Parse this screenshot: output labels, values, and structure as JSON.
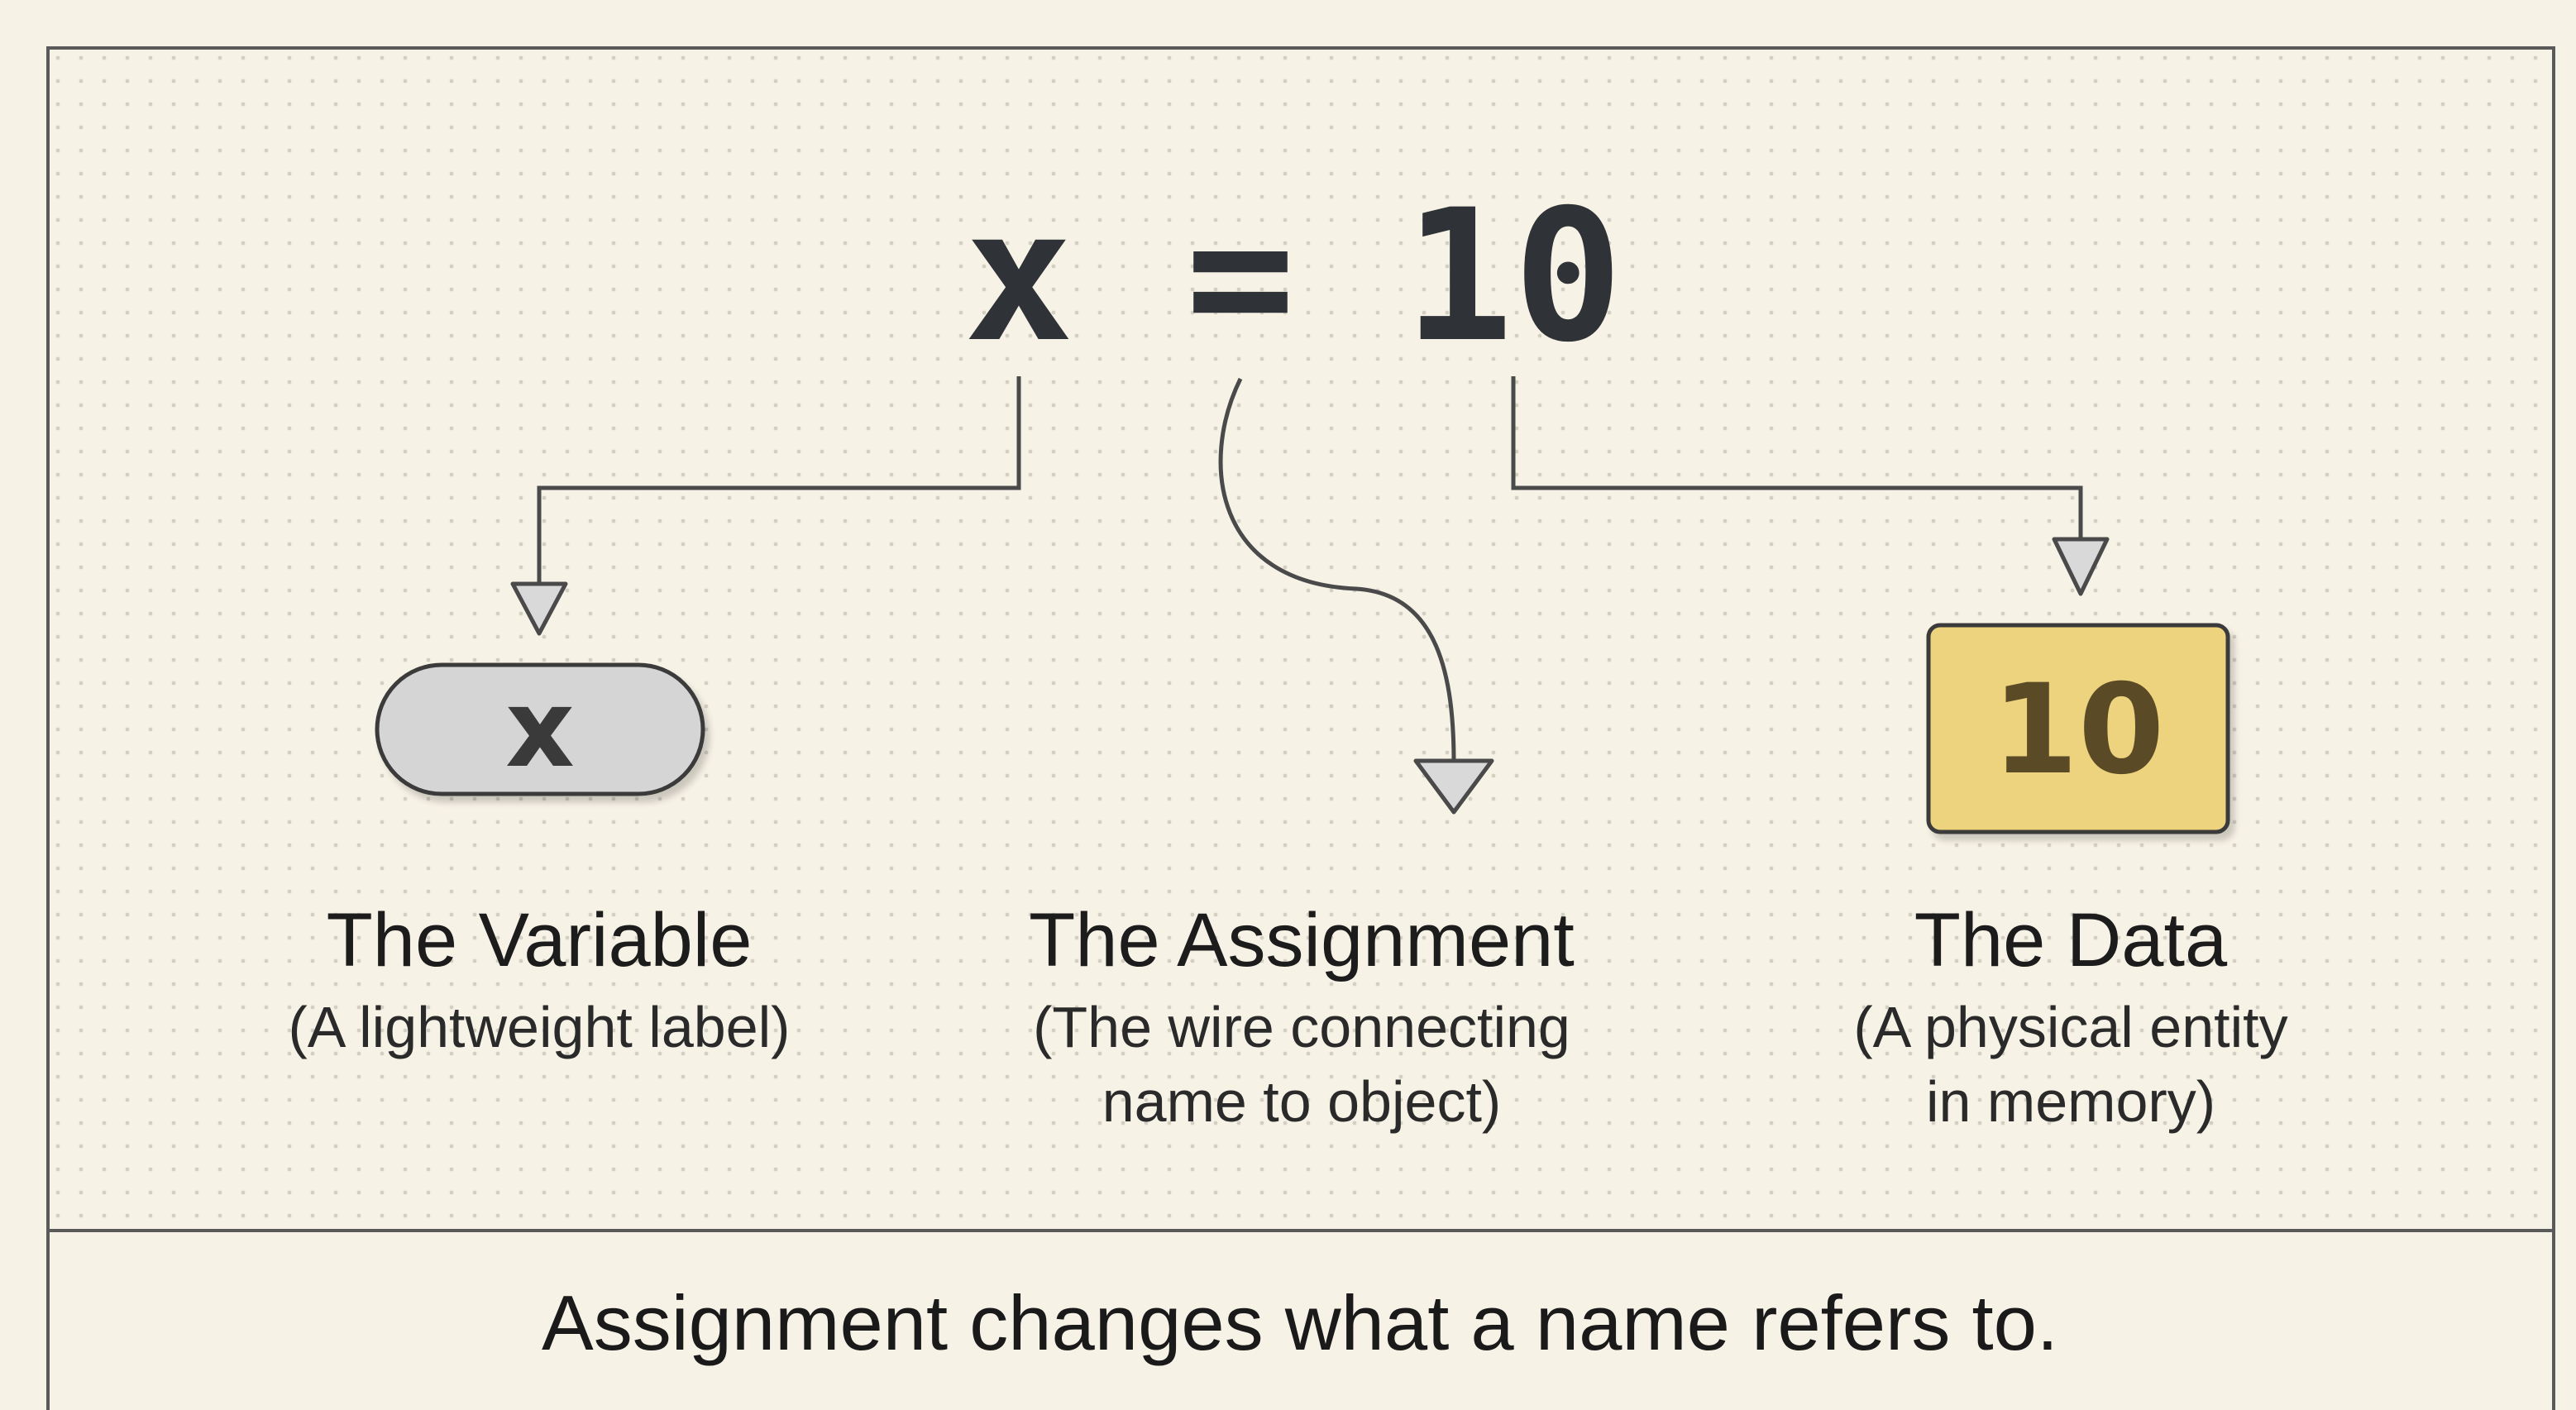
{
  "statement": {
    "variable": "x",
    "operator": "=",
    "value": "10"
  },
  "variable_node": {
    "text": "x",
    "title": "The Variable",
    "subtitle": "(A lightweight label)"
  },
  "assignment_node": {
    "title": "The Assignment",
    "subtitle_line1": "(The wire connecting",
    "subtitle_line2": "name to object)"
  },
  "data_node": {
    "text": "10",
    "title": "The Data",
    "subtitle_line1": "(A physical entity",
    "subtitle_line2": "in memory)"
  },
  "caption": "Assignment changes what a name refers to.",
  "colors": {
    "background": "#f7f2e6",
    "grid_dot": "#d4cfc3",
    "border": "#5a5a5a",
    "code": "#2f3237",
    "variable_pill_fill": "#d5d5d5",
    "data_box_fill": "#edd37e",
    "data_box_text": "#5a4a25",
    "arrow_stroke": "#4a4a4a",
    "arrow_head_fill": "#d9d9d9"
  }
}
